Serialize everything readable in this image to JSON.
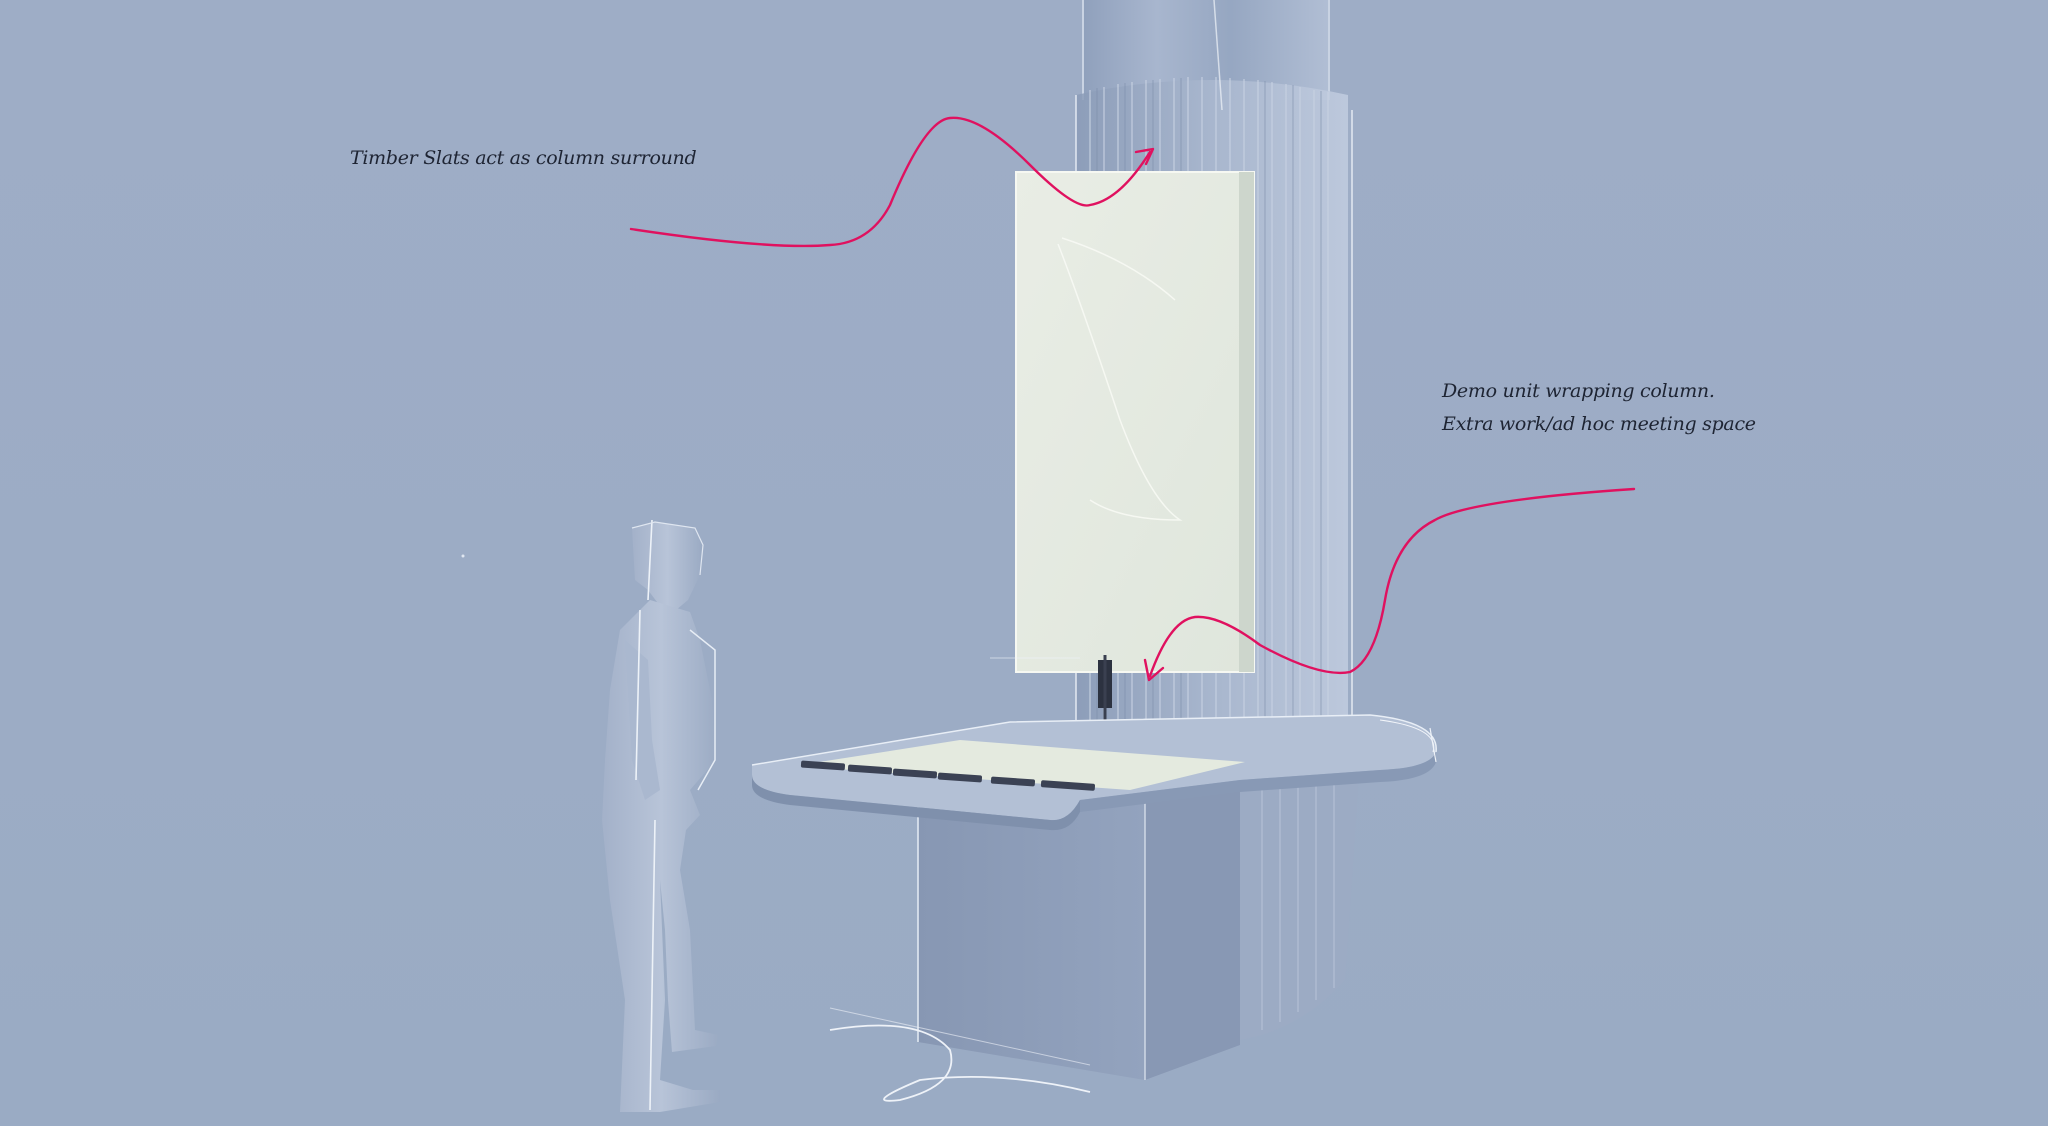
{
  "annotations": {
    "column_surround": "Timber Slats act as column surround",
    "demo_unit_line1": "Demo unit wrapping column.",
    "demo_unit_line2": "Extra work/ad hoc meeting space"
  },
  "colors": {
    "background": "#9dadc6",
    "arrow": "#e0115f",
    "screen": "#e4e9e0",
    "handwriting": "#1e2433"
  },
  "icons": {
    "figure": "human-figure-icon",
    "arrows": "curved-arrow-icon"
  }
}
